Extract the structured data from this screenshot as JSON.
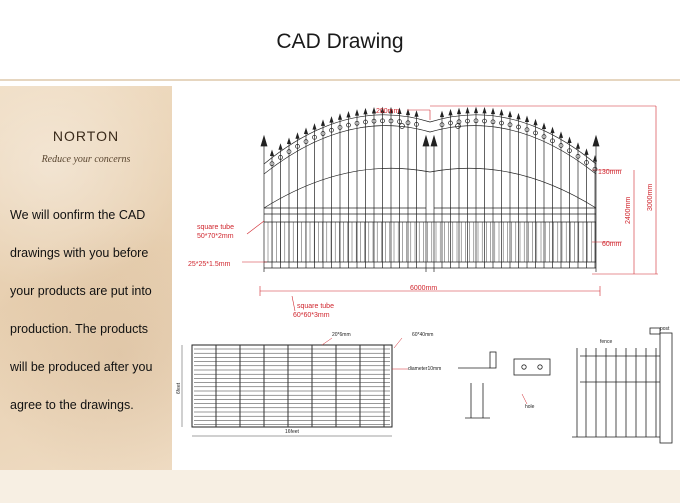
{
  "header": {
    "title": "CAD Drawing"
  },
  "sidebar": {
    "brand": "NORTON",
    "slogan": "Reduce your concerns",
    "lines": [
      "We will oonfirm the CAD",
      "drawings with you before",
      "your products are put into",
      "production. The products",
      "will be produced after you",
      "agree to the drawings."
    ]
  },
  "drawing": {
    "top_width": "200mm",
    "right_top": "130mm",
    "right_mid": "60mm",
    "height_2400": "2400mm",
    "height_3000": "3000mm",
    "square_tube_1": "square tube",
    "square_tube_1_size": "50*70*2mm",
    "bar_size": "25*25*1.5mm",
    "total_width": "6000mm",
    "square_tube_2": "square tube",
    "square_tube_2_size": "60*60*3mm",
    "panel_top_a": "20*6mm",
    "panel_top_b": "60*40mm",
    "panel_side": "diameter10mm",
    "panel_height": "6feet",
    "panel_width": "16feet",
    "hole": "hole",
    "fence": "fence",
    "post": "post",
    "accent_color": "#d0262e"
  }
}
